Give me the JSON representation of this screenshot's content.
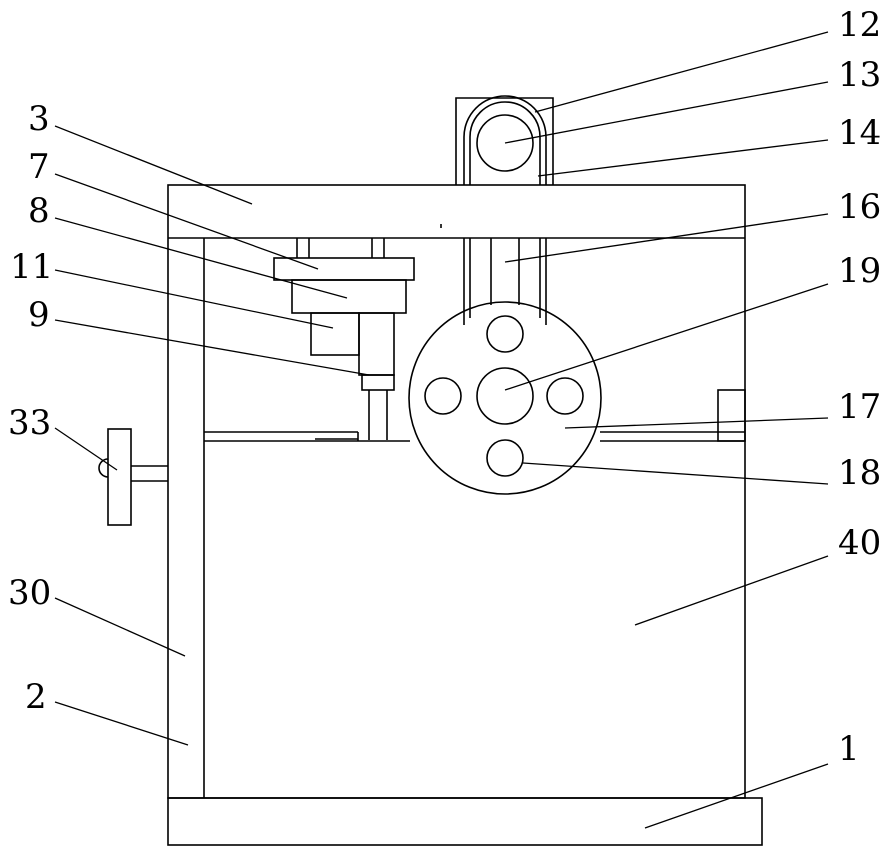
{
  "labels": {
    "l1": "1",
    "l2": "2",
    "l3": "3",
    "l7": "7",
    "l8": "8",
    "l9": "9",
    "l11": "11",
    "l12": "12",
    "l13": "13",
    "l14": "14",
    "l16": "16",
    "l17": "17",
    "l18": "18",
    "l19": "19",
    "l30": "30",
    "l33": "33",
    "l40": "40"
  },
  "colors": {
    "line": "#000000",
    "background": "#ffffff"
  }
}
